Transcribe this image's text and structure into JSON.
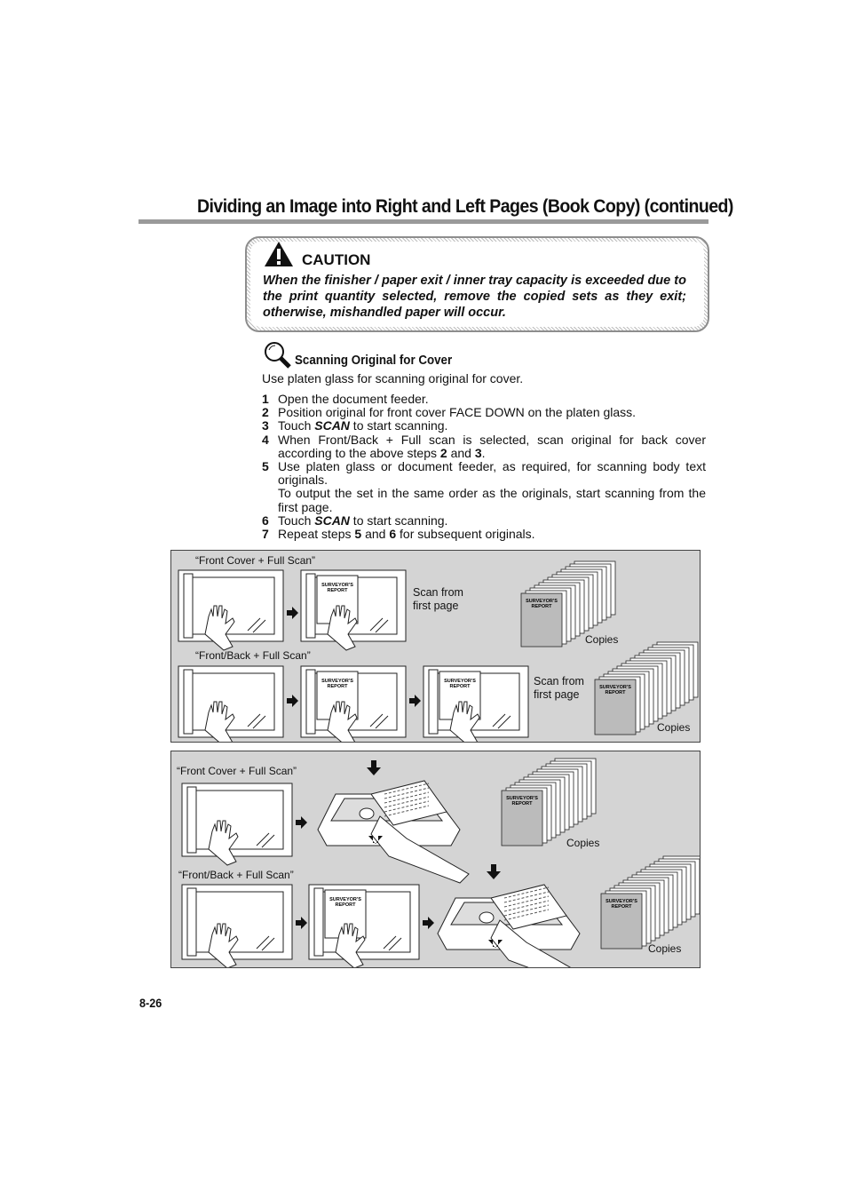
{
  "header": {
    "title": "Dividing an Image into Right and Left Pages (Book Copy) (continued)"
  },
  "caution": {
    "heading": "CAUTION",
    "text": "When the finisher / paper exit / inner tray capacity is exceeded due to the print quantity selected, remove the copied sets as they exit; otherwise, mishandled paper will occur."
  },
  "note": {
    "heading": "Scanning Original for Cover",
    "text": "Use platen glass for scanning original for cover."
  },
  "steps": [
    {
      "n": "1",
      "parts": [
        "Open the document feeder."
      ]
    },
    {
      "n": "2",
      "parts": [
        "Position original for front cover FACE DOWN on the platen glass."
      ]
    },
    {
      "n": "3",
      "parts": [
        "Touch ",
        "SCAN",
        " to start scanning."
      ]
    },
    {
      "n": "4",
      "parts": [
        "When Front/Back + Full scan is selected, scan original for back cover according to the above steps ",
        "2",
        " and ",
        "3",
        "."
      ]
    },
    {
      "n": "5",
      "parts": [
        "Use platen glass or document feeder, as required, for scanning body text originals.",
        "To output the set in the same order as the originals, start scanning from the first page."
      ]
    },
    {
      "n": "6",
      "parts": [
        "Touch ",
        "SCAN",
        " to start scanning."
      ]
    },
    {
      "n": "7",
      "parts": [
        "Repeat steps ",
        "5",
        " and ",
        "6",
        " for subsequent originals."
      ]
    }
  ],
  "figure1": {
    "label_a": "“Front Cover + Full Scan”",
    "label_b": "“Front/Back + Full Scan”",
    "scan_note_line1": "Scan from",
    "scan_note_line2": "first page",
    "copies": "Copies",
    "doc_label_1": "SURVEYOR'S",
    "doc_label_2": "REPORT"
  },
  "figure2": {
    "label_a": "“Front Cover + Full Scan”",
    "label_b": "“Front/Back + Full Scan”",
    "copies": "Copies"
  },
  "footer": {
    "page_number": "8-26"
  }
}
